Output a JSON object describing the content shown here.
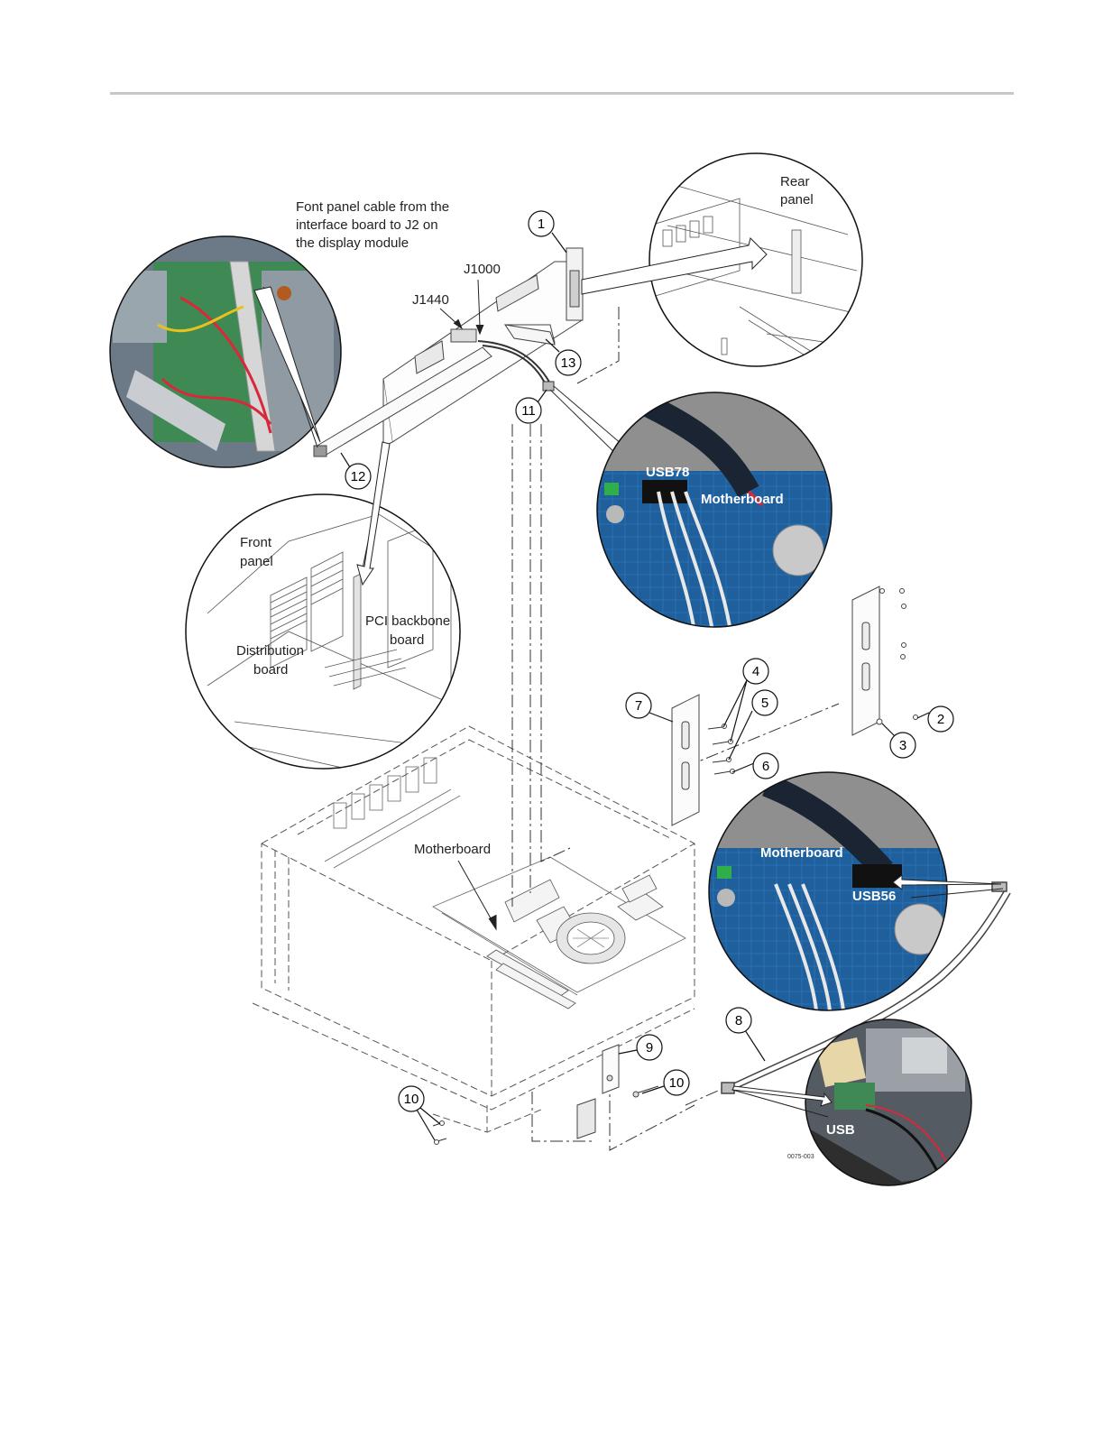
{
  "callouts": {
    "c1": "1",
    "c2": "2",
    "c3": "3",
    "c4": "4",
    "c5": "5",
    "c6": "6",
    "c7": "7",
    "c8": "8",
    "c9": "9",
    "c10a": "10",
    "c10b": "10",
    "c11": "11",
    "c12": "12",
    "c13": "13"
  },
  "labels": {
    "front_cable_1": "Font panel cable from the",
    "front_cable_2": "interface board to J2 on",
    "front_cable_3": "the display module",
    "j1000": "J1000",
    "j1440": "J1440",
    "rear_1": "Rear",
    "rear_2": "panel",
    "front_1": "Front",
    "front_2": "panel",
    "pci_1": "PCI backbone",
    "pci_2": "board",
    "dist_1": "Distribution",
    "dist_2": "board",
    "motherboard": "Motherboard",
    "usb78": "USB78",
    "usb78_mb": "Motherboard",
    "usb56_mb": "Motherboard",
    "usb56": "USB56",
    "usb": "USB",
    "fig_id": "0075-003"
  },
  "colors": {
    "pcb_blue": "#1f5f9c",
    "cable_red": "#d8283a",
    "cable_yellow": "#e7c21c",
    "cable_white": "#e8e8e8",
    "photo_green": "#3f8a54"
  }
}
